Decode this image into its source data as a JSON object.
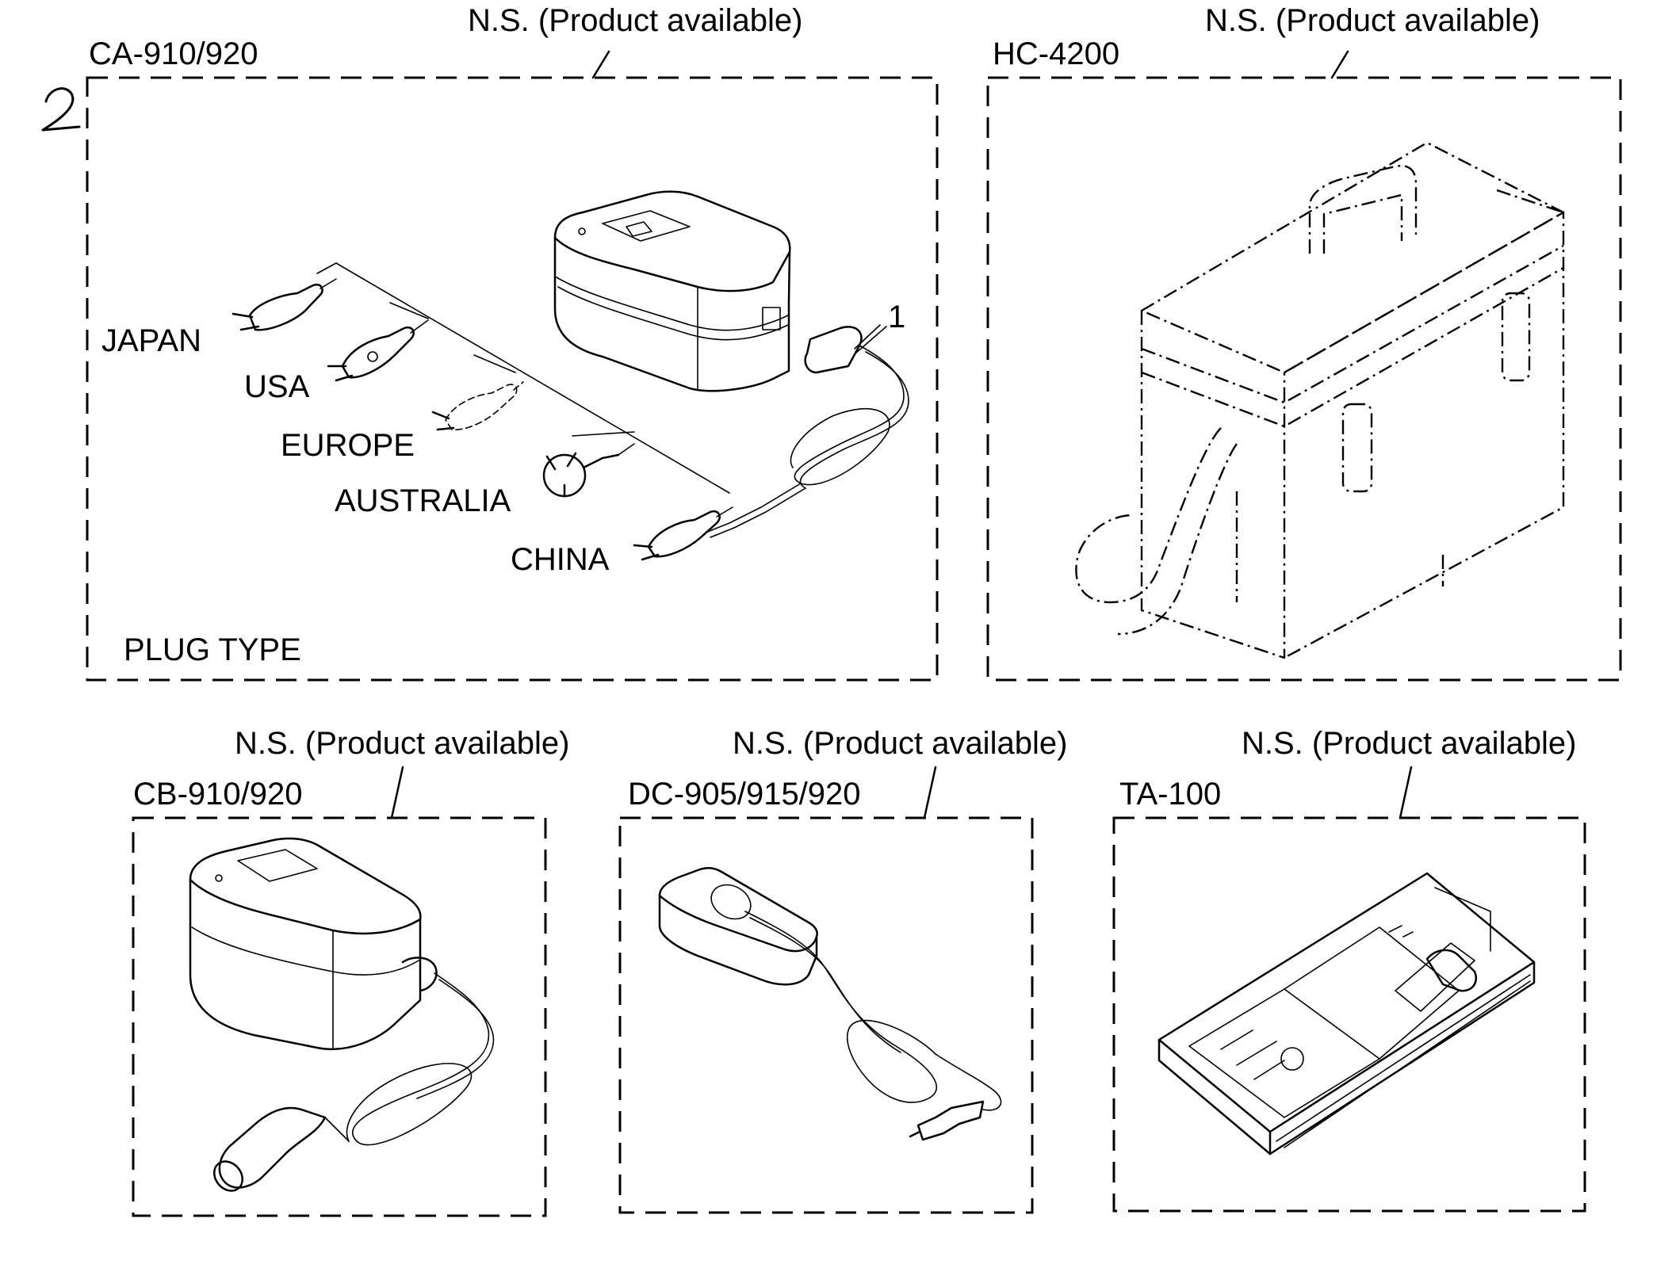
{
  "page": {
    "section_number": "2"
  },
  "groups": {
    "ca910": {
      "model": "CA-910/920",
      "status": "N.S. (Product available)",
      "part_callout": "1",
      "plug_type_label": "PLUG TYPE",
      "plugs": [
        "JAPAN",
        "USA",
        "EUROPE",
        "AUSTRALIA",
        "CHINA"
      ]
    },
    "hc4200": {
      "model": "HC-4200",
      "status": "N.S. (Product available)"
    },
    "cb910": {
      "model": "CB-910/920",
      "status": "N.S. (Product available)"
    },
    "dc905": {
      "model": "DC-905/915/920",
      "status": "N.S. (Product available)"
    },
    "ta100": {
      "model": "TA-100",
      "status": "N.S. (Product available)"
    }
  }
}
